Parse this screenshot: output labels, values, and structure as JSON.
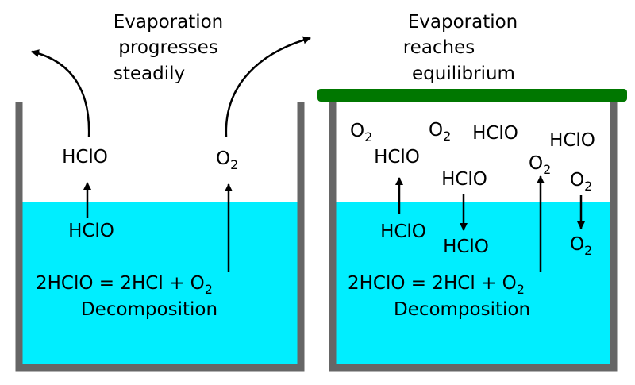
{
  "colors": {
    "water": "#00eeff",
    "container": "#666666",
    "lid": "#007700",
    "arrow": "#000000",
    "text": "#000000"
  },
  "left_panel": {
    "caption_line1": "Evaporation",
    "caption_line2": "progresses",
    "caption_line3": "steadily",
    "hclo_above": "HClO",
    "hclo_in_water": "HClO",
    "o2_above": "O",
    "o2_above_sub": "2",
    "equation_main": "2HClO = 2HCl + O",
    "equation_sub": "2",
    "process_label": "Decomposition"
  },
  "right_panel": {
    "caption_line1": "Evaporation",
    "caption_line2": "reaches",
    "caption_line3": "equilibrium",
    "gas_o2_a": "O",
    "gas_o2_a_sub": "2",
    "gas_o2_b": "O",
    "gas_o2_b_sub": "2",
    "gas_hclo_a": "HClO",
    "gas_hclo_b": "HClO",
    "gas_hclo_c": "HClO",
    "gas_o2_c": "O",
    "gas_o2_c_sub": "2",
    "hclo_surface": "HClO",
    "gas_o2_d": "O",
    "gas_o2_d_sub": "2",
    "hclo_in_water_a": "HClO",
    "hclo_in_water_b": "HClO",
    "o2_in_water": "O",
    "o2_in_water_sub": "2",
    "equation_main": "2HClO = 2HCl + O",
    "equation_sub": "2",
    "process_label": "Decomposition"
  }
}
